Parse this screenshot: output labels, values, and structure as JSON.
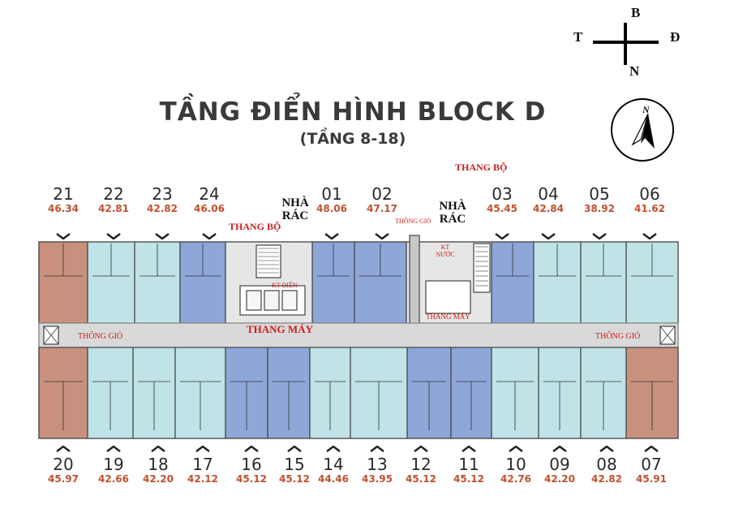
{
  "compass": {
    "north": "B",
    "west": "T",
    "east": "Đ",
    "south": "N",
    "north_arrow": "N"
  },
  "title": {
    "main": "TẦNG ĐIỂN HÌNH BLOCK D",
    "sub": "(TẦNG 8-18)"
  },
  "top_units": [
    {
      "id": "21",
      "area": "46.34"
    },
    {
      "id": "22",
      "area": "42.81"
    },
    {
      "id": "23",
      "area": "42.82"
    },
    {
      "id": "24",
      "area": "46.06"
    },
    {
      "id": "01",
      "area": "48.06"
    },
    {
      "id": "02",
      "area": "47.17"
    },
    {
      "id": "03",
      "area": "45.45"
    },
    {
      "id": "04",
      "area": "42.84"
    },
    {
      "id": "05",
      "area": "38.92"
    },
    {
      "id": "06",
      "area": "41.62"
    }
  ],
  "bottom_units": [
    {
      "id": "20",
      "area": "45.97"
    },
    {
      "id": "19",
      "area": "42.66"
    },
    {
      "id": "18",
      "area": "42.20"
    },
    {
      "id": "17",
      "area": "42.12"
    },
    {
      "id": "16",
      "area": "45.12"
    },
    {
      "id": "15",
      "area": "45.12"
    },
    {
      "id": "14",
      "area": "44.46"
    },
    {
      "id": "13",
      "area": "43.95"
    },
    {
      "id": "12",
      "area": "45.12"
    },
    {
      "id": "11",
      "area": "45.12"
    },
    {
      "id": "10",
      "area": "42.76"
    },
    {
      "id": "09",
      "area": "42.20"
    },
    {
      "id": "08",
      "area": "42.82"
    },
    {
      "id": "07",
      "area": "45.91"
    }
  ],
  "labels": {
    "thang_bo_left": "THANG BỘ",
    "thang_bo_right": "THANG BỘ",
    "nha_rac": "NHÀ RÁC",
    "nha_rac_right": "NHÀ RÁC",
    "kt_dien": "KT ĐIỆN",
    "thang_may_left": "THANG MÁY",
    "thang_may_right": "THANG MÁY",
    "kt_nuoc": "KT NƯỚC",
    "thong_gio_left": "THÔNG GIÓ",
    "thong_gio_mid": "THÔNG GIÓ",
    "thong_gio_right": "THÔNG GIÓ"
  },
  "colors": {
    "blue_unit": "#8ea6d8",
    "teal_unit": "#bfe3e6",
    "brown_unit": "#c7917d",
    "corridor": "#d9d9d9",
    "area_text": "#c0502e",
    "label_red": "#cc1f1f"
  }
}
